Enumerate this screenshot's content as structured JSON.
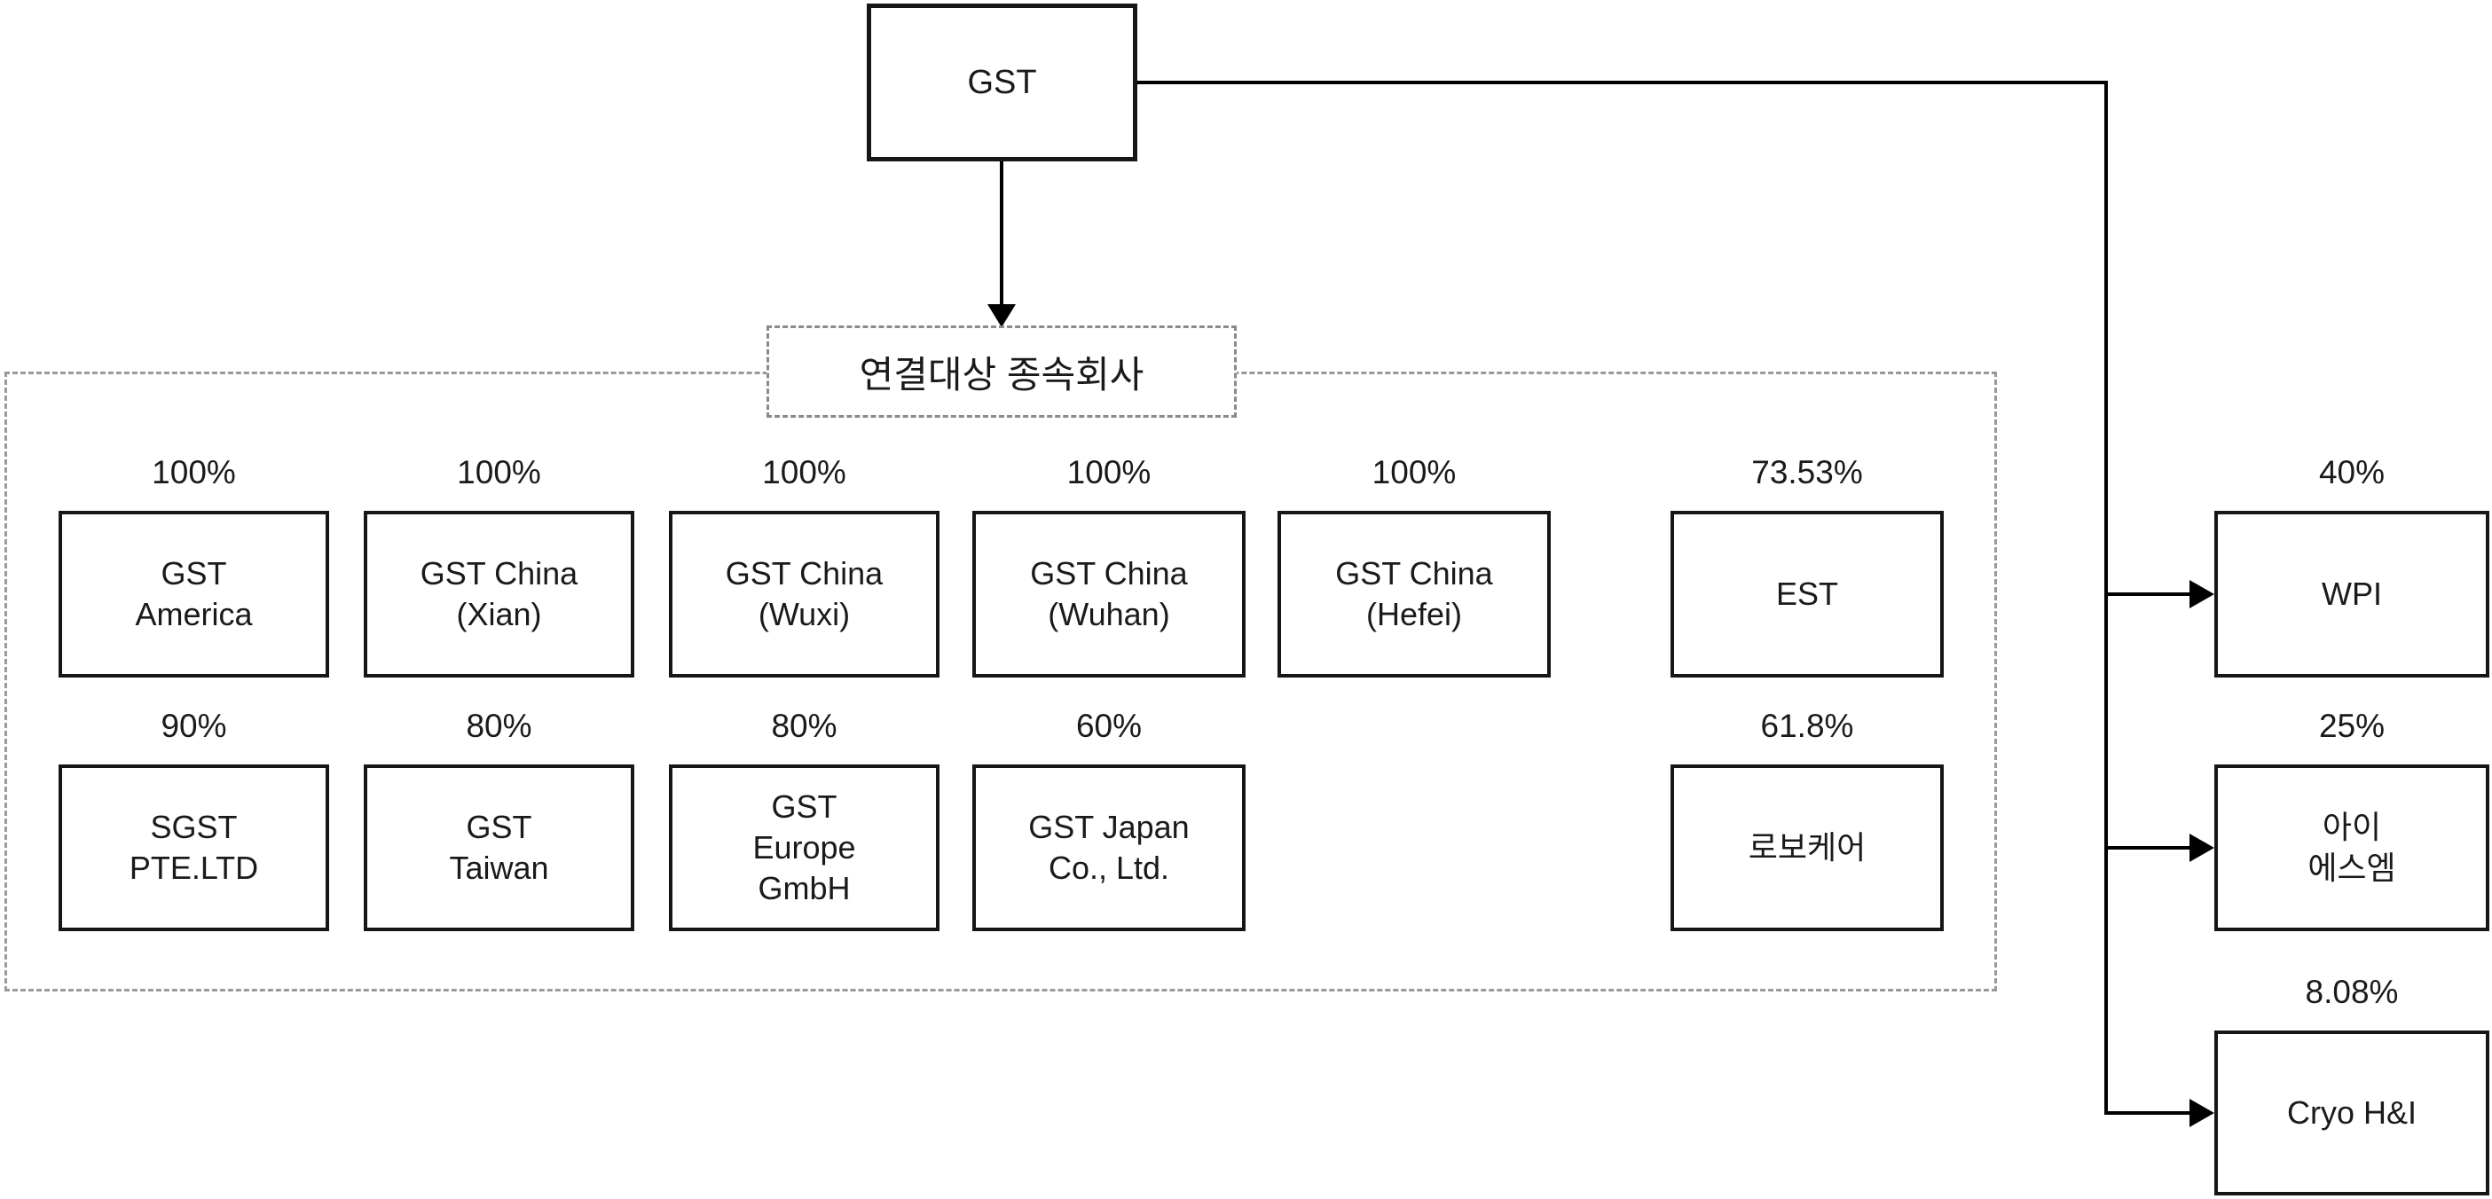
{
  "root": {
    "label": "GST"
  },
  "group_label": "연결대상 종속회사",
  "subsidiaries": [
    {
      "pct": "100%",
      "name": "GST\nAmerica"
    },
    {
      "pct": "100%",
      "name": "GST China\n(Xian)"
    },
    {
      "pct": "100%",
      "name": "GST China\n(Wuxi)"
    },
    {
      "pct": "100%",
      "name": "GST China\n(Wuhan)"
    },
    {
      "pct": "100%",
      "name": "GST China\n(Hefei)"
    },
    {
      "pct": "73.53%",
      "name": "EST"
    },
    {
      "pct": "90%",
      "name": "SGST\nPTE.LTD"
    },
    {
      "pct": "80%",
      "name": "GST\nTaiwan"
    },
    {
      "pct": "80%",
      "name": "GST\nEurope\nGmbH"
    },
    {
      "pct": "60%",
      "name": "GST Japan\nCo., Ltd."
    },
    {
      "pct": "61.8%",
      "name": "로보케어"
    }
  ],
  "affiliates": [
    {
      "pct": "40%",
      "name": "WPI"
    },
    {
      "pct": "25%",
      "name": "아이\n에스엠"
    },
    {
      "pct": "8.08%",
      "name": "Cryo H&I"
    }
  ],
  "colors": {
    "background": "#ffffff",
    "box_border": "#161616",
    "dashed_border": "#9a9a9a",
    "connector": "#000000",
    "text": "#1a1a1a"
  }
}
